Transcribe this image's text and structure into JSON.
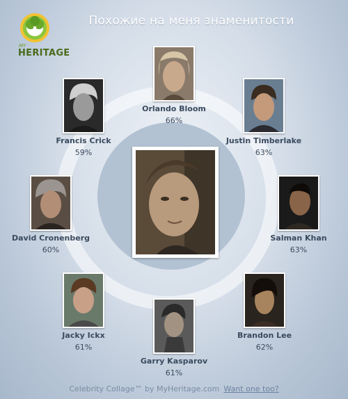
{
  "header": {
    "title": "Похожие на меня знаменитости",
    "logo_prefix": "MY",
    "logo_brand": "HERITAGE"
  },
  "colors": {
    "accent_green": "#6a9a2a",
    "ring": "#ffffff",
    "text": "#3a4a5e"
  },
  "center": {
    "icon": "user-photo"
  },
  "celebrities": [
    {
      "name": "Orlando Bloom",
      "percent": "66%",
      "match": 66
    },
    {
      "name": "Justin Timberlake",
      "percent": "63%",
      "match": 63
    },
    {
      "name": "Salman Khan",
      "percent": "63%",
      "match": 63
    },
    {
      "name": "Brandon Lee",
      "percent": "62%",
      "match": 62
    },
    {
      "name": "Garry Kasparov",
      "percent": "61%",
      "match": 61
    },
    {
      "name": "Jacky Ickx",
      "percent": "61%",
      "match": 61
    },
    {
      "name": "David Cronenberg",
      "percent": "60%",
      "match": 60
    },
    {
      "name": "Francis Crick",
      "percent": "59%",
      "match": 59
    }
  ],
  "footer": {
    "credit": "Celebrity Collage™ by MyHeritage.com",
    "cta": "Want one too?"
  }
}
